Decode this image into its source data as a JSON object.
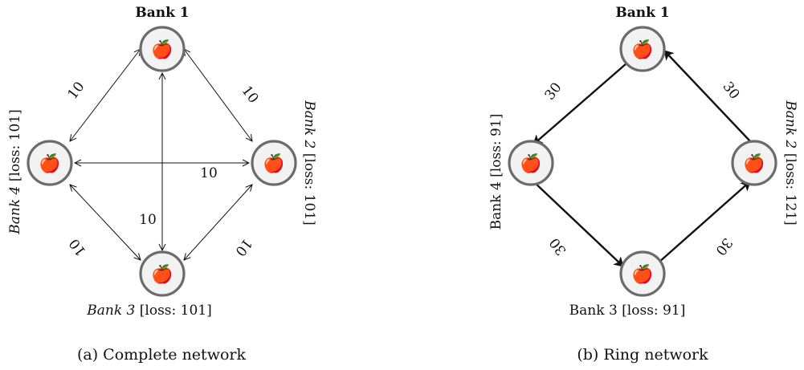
{
  "panel_a": {
    "bank1": "Bank 1",
    "bank2_name": "Bank 2",
    "bank2_loss": " [loss: 101]",
    "bank3_name": "Bank 3",
    "bank3_loss": " [loss: 101]",
    "bank4_name": "Bank 4",
    "bank4_loss": " [loss: 101]",
    "edge_label": "10",
    "caption": "(a) Complete network"
  },
  "panel_b": {
    "bank1": "Bank 1",
    "bank2_name": "Bank 2",
    "bank2_loss": " [loss: 121]",
    "bank3_text": "Bank 3 [loss: 91]",
    "bank4_text": "Bank 4 [loss: 91]",
    "edge_label": "30",
    "caption": "(b) Ring network"
  },
  "node_icon": "🍎",
  "node_icon_name": "apple-icon"
}
